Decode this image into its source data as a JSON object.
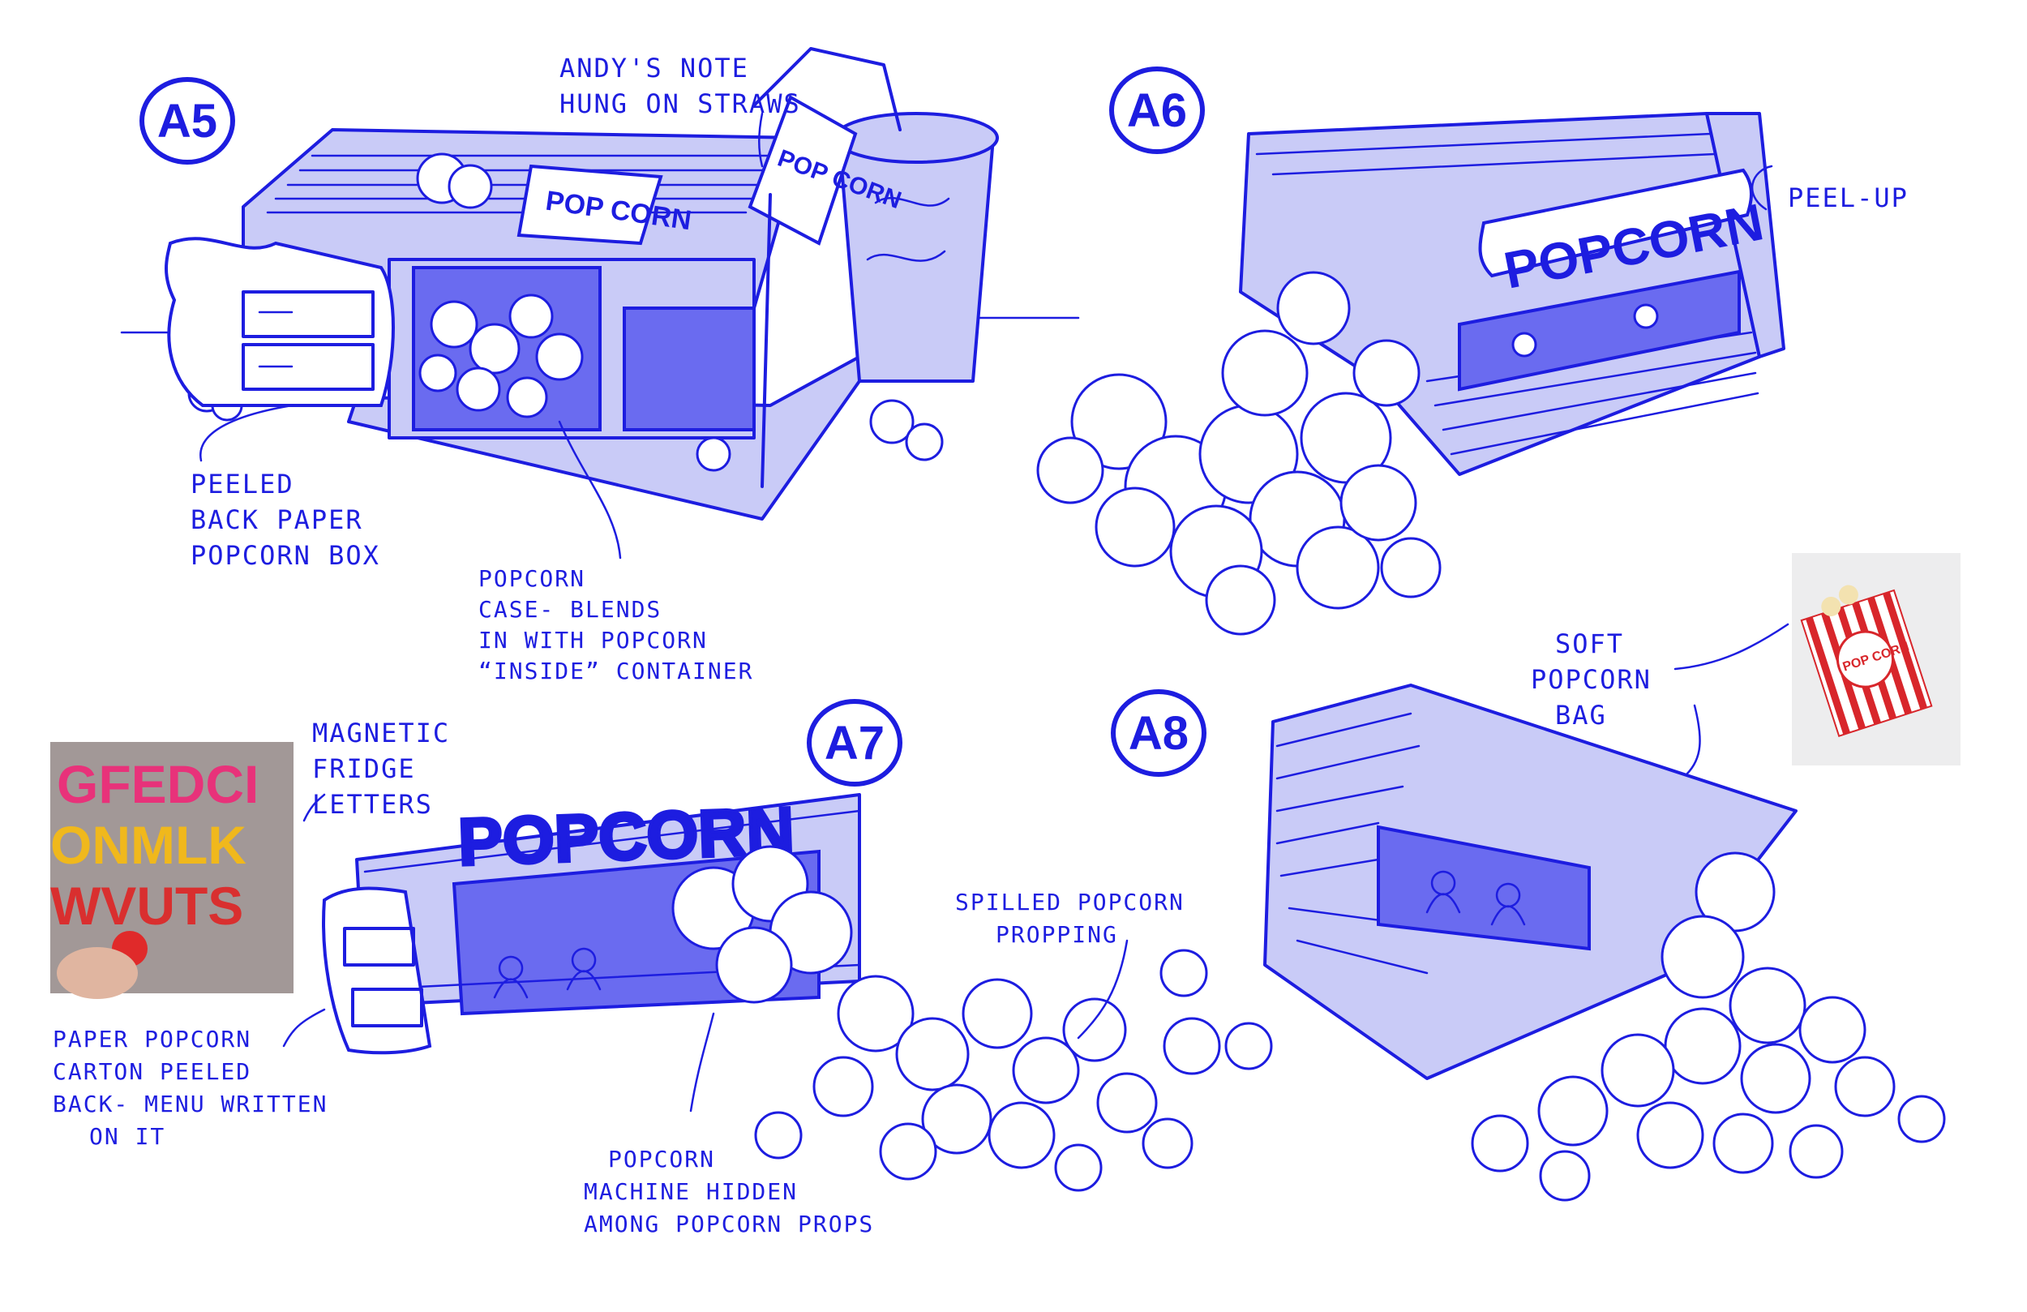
{
  "labels": {
    "a5": "A5",
    "a6": "A6",
    "a7": "A7",
    "a8": "A8"
  },
  "notes": {
    "andys_note": [
      "ANDY'S NOTE",
      "HUNG ON STRAWS"
    ],
    "peeled_back": [
      "PEELED",
      "BACK PAPER",
      "POPCORN BOX"
    ],
    "popcorn_case": [
      "POPCORN",
      "CASE- BLENDS",
      "IN WITH POPCORN",
      "“INSIDE” CONTAINER"
    ],
    "peel_up": [
      "PEEL-UP"
    ],
    "magnetic": [
      "MAGNETIC",
      "FRIDGE",
      "LETTERS"
    ],
    "paper_carton": [
      "PAPER POPCORN",
      "CARTON PEELED",
      "BACK- MENU WRITTEN",
      "ON IT"
    ],
    "machine_hidden": [
      "POPCORN",
      "MACHINE HIDDEN",
      "AMONG POPCORN PROPS"
    ],
    "spilled": [
      "SPILLED POPCORN",
      "PROPPING"
    ],
    "soft_bag": [
      "SOFT",
      "POPCORN",
      "BAG"
    ]
  },
  "signs": {
    "a5_roof": "POP CORN",
    "a5_note": "POP CORN",
    "a6_banner": "POPCORN",
    "a7_letters": "POPCORN",
    "a8_bag_photo": "POP CORN"
  },
  "photo_letters": {
    "row1": "GFEDCI",
    "row2": "ONMLK",
    "row3": "WVUTS"
  },
  "colors": {
    "ink": "#1d1de0",
    "wash": "#c9cbf7",
    "shade": "#6a6bf0",
    "bag_red": "#d8262b"
  }
}
